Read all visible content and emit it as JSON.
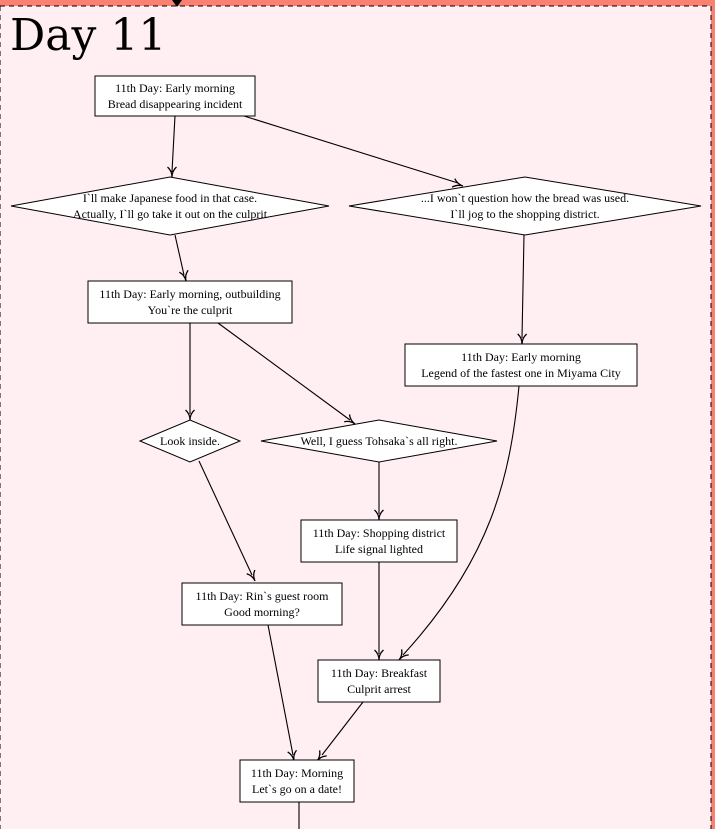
{
  "cluster": {
    "title": "Day 11",
    "fill_color": "#ffeef2",
    "outer_color": "#fa8072"
  },
  "nodes": {
    "n1": {
      "shape": "box",
      "lines": [
        "11th Day: Early morning",
        "Bread disappearing incident"
      ]
    },
    "d1": {
      "shape": "diamond",
      "lines": [
        "I`ll make Japanese food in that case.",
        "Actually, I`ll go take it out on the culprit"
      ]
    },
    "d2": {
      "shape": "diamond",
      "lines": [
        "...I won`t question how the bread was used.",
        "I`ll jog to the shopping district."
      ]
    },
    "n2": {
      "shape": "box",
      "lines": [
        "11th Day: Early morning, outbuilding",
        "You`re the culprit"
      ]
    },
    "n3": {
      "shape": "box",
      "lines": [
        "11th Day: Early morning",
        "Legend of the fastest one in Miyama City"
      ]
    },
    "d3": {
      "shape": "diamond",
      "lines": [
        "Look inside."
      ]
    },
    "d4": {
      "shape": "diamond",
      "lines": [
        "Well, I guess Tohsaka`s all right."
      ]
    },
    "n4": {
      "shape": "box",
      "lines": [
        "11th Day: Shopping district",
        "Life signal lighted"
      ]
    },
    "n5": {
      "shape": "box",
      "lines": [
        "11th Day: Rin`s guest room",
        "Good morning?"
      ]
    },
    "n6": {
      "shape": "box",
      "lines": [
        "11th Day: Breakfast",
        "Culprit arrest"
      ]
    },
    "n7": {
      "shape": "box",
      "lines": [
        "11th Day: Morning",
        "Let`s go on a date!"
      ]
    }
  },
  "edges": [
    {
      "from": "n1",
      "to": "d1"
    },
    {
      "from": "n1",
      "to": "d2"
    },
    {
      "from": "d1",
      "to": "n2"
    },
    {
      "from": "d2",
      "to": "n3"
    },
    {
      "from": "n2",
      "to": "d3"
    },
    {
      "from": "n2",
      "to": "d4"
    },
    {
      "from": "d4",
      "to": "n4"
    },
    {
      "from": "d3",
      "to": "n5"
    },
    {
      "from": "n4",
      "to": "n6"
    },
    {
      "from": "n3",
      "to": "n6"
    },
    {
      "from": "n5",
      "to": "n7"
    },
    {
      "from": "n6",
      "to": "n7"
    }
  ]
}
